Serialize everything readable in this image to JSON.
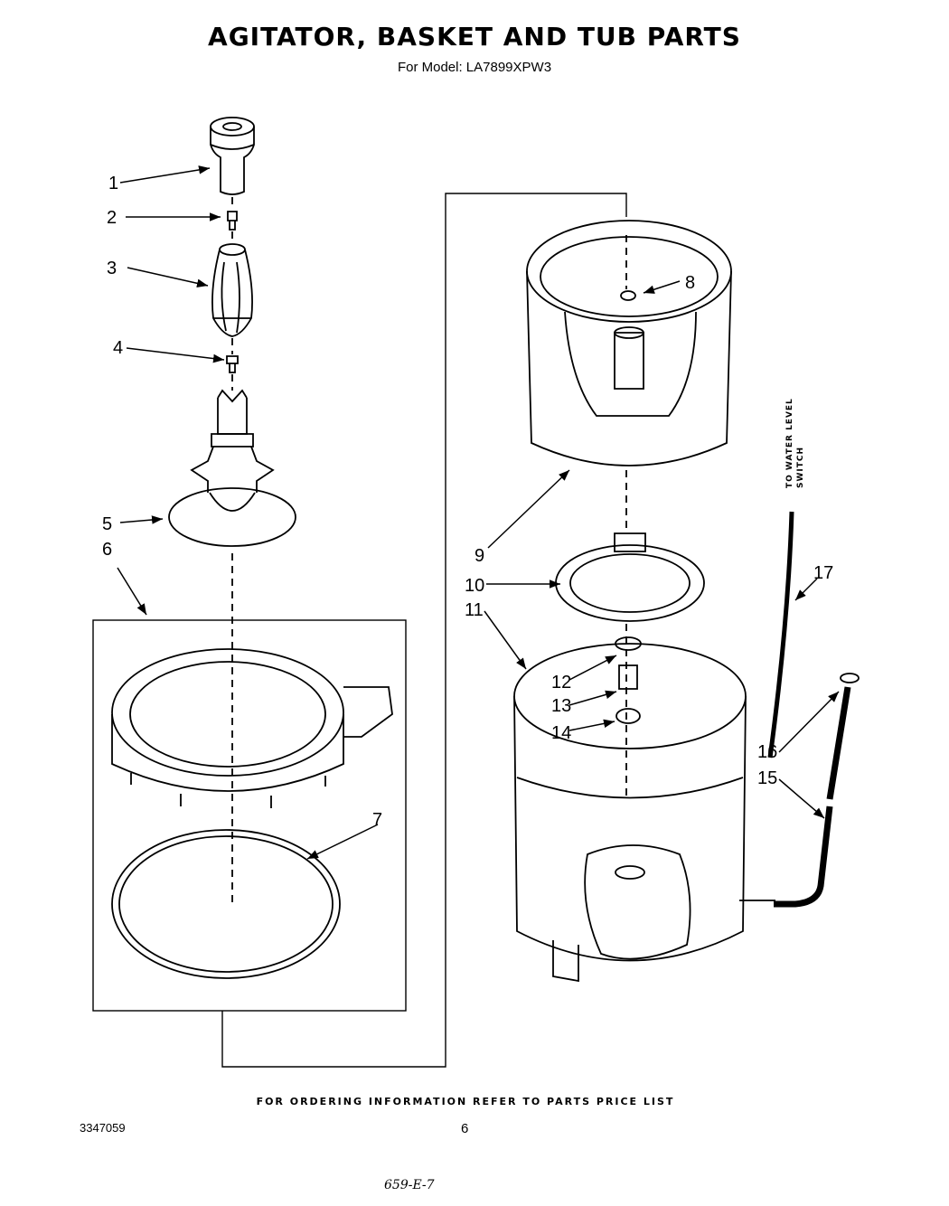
{
  "header": {
    "title": "AGITATOR, BASKET AND TUB PARTS",
    "subtitle": "For Model: LA7899XPW3"
  },
  "side_label": {
    "line1": "TO WATER LEVEL",
    "line2": "SWITCH"
  },
  "callouts": [
    "1",
    "2",
    "3",
    "4",
    "5",
    "6",
    "7",
    "8",
    "9",
    "10",
    "11",
    "12",
    "13",
    "14",
    "15",
    "16",
    "17"
  ],
  "footer": {
    "ordering_note": "FOR ORDERING INFORMATION REFER TO PARTS PRICE LIST",
    "doc_number": "3347059",
    "page_number": "6",
    "handwritten_code": "659-E-7"
  }
}
